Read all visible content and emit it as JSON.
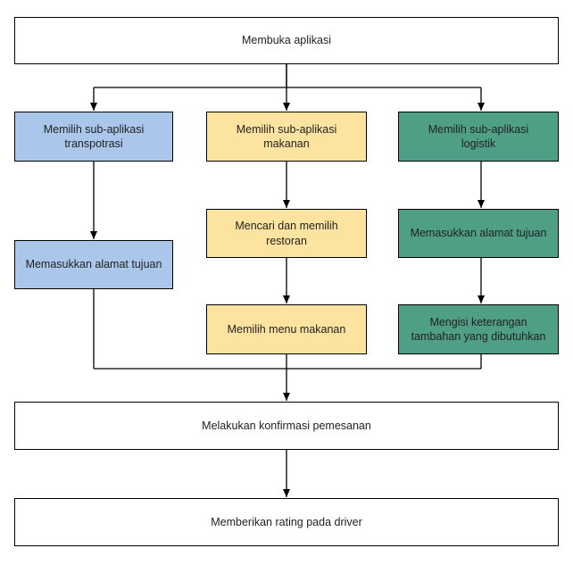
{
  "colors": {
    "transport": "#aac6ea",
    "food": "#fde3a0",
    "logistics": "#4f9e86",
    "neutral": "#ffffff",
    "stroke": "#000000"
  },
  "nodes": {
    "open_app": "Membuka aplikasi",
    "choose_transport": "Memilih sub-aplikasi\ntranspotrasi",
    "choose_food": "Memilih sub-aplikasi\nmakanan",
    "choose_logistics": "Memilih sub-aplikasi\nlogistik",
    "transport_address": "Memasukkan alamat tujuan",
    "find_restaurant": "Mencari dan memilih\nrestoran",
    "logistics_address": "Memasukkan alamat tujuan",
    "choose_menu": "Memilih menu makanan",
    "logistics_info": "Mengisi keterangan\ntambahan yang dibutuhkan",
    "confirm_order": "Melakukan konfirmasi pemesanan",
    "rate_driver": "Memberikan rating pada driver"
  }
}
